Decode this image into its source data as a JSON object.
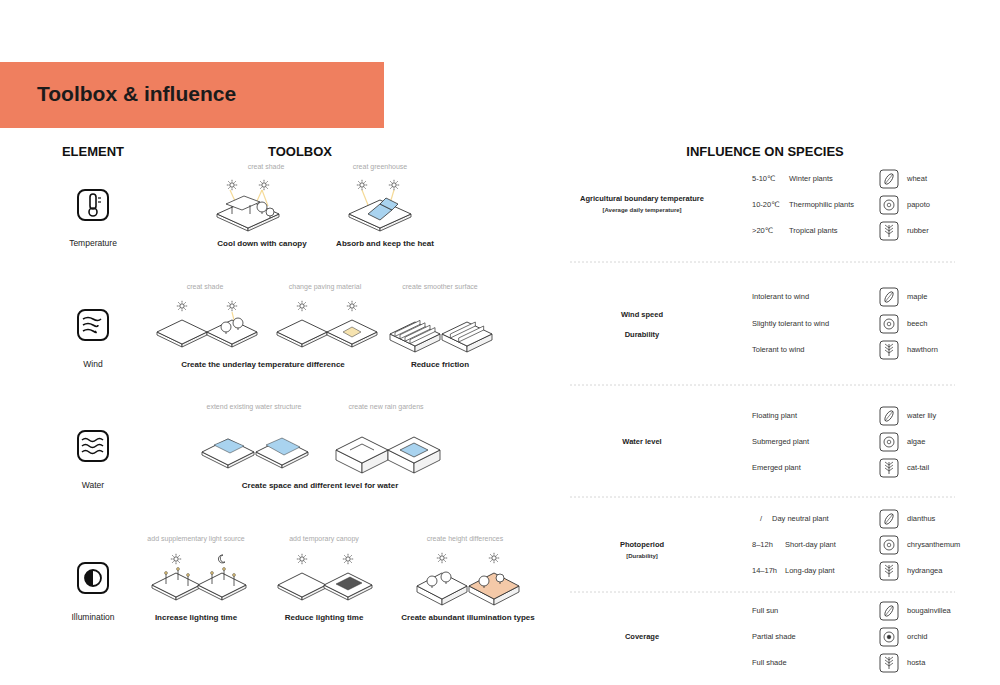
{
  "diagram": {
    "title": "Toolbox & influence",
    "labels": [
      "ELEMENT",
      "TOOLBOX",
      "INFLUENCE ON SPECIES",
      "Temperature",
      "creat shade",
      "Cool down with canopy",
      "creat greenhouse",
      "Absorb and keep the heat",
      "Agricultural boundary temperature",
      "[Average daily temperature]",
      "5-10℃",
      "Winter plants",
      "wheat",
      "10-20℃",
      "Thermophilic plants",
      "papoto",
      ">20℃",
      "Tropical plants",
      "rubber",
      "Wind",
      "creat shade",
      "change paving material",
      "Create the underlay temperature difference",
      "create smoother surface",
      "Reduce friction",
      "Wind speed",
      "Durability",
      "Intolerant to wind",
      "maple",
      "Slightly tolerant to wind",
      "beech",
      "Tolerant to wind",
      "hawthorn",
      "Water",
      "extend existing water structure",
      "create new rain gardens",
      "Create space and different level for water",
      "Water level",
      "Floating plant",
      "water lily",
      "Submerged plant",
      "algae",
      "Emerged plant",
      "cat-tail",
      "Illumination",
      "add supplementary light source",
      "Increase lighting time",
      "add temporary canopy",
      "Reduce lighting time",
      "create height differences",
      "Create abundant illumination types",
      "Photoperiod",
      "[Durability]",
      "/",
      "Day neutral plant",
      "dianthus",
      "8–12h",
      "Short-day plant",
      "chrysanthemum",
      "14–17h",
      "Long-day plant",
      "hydrangea",
      "Coverage",
      "Full sun",
      "bougainvillea",
      "Partial shade",
      "orchid",
      "Full shade",
      "hosta"
    ]
  }
}
